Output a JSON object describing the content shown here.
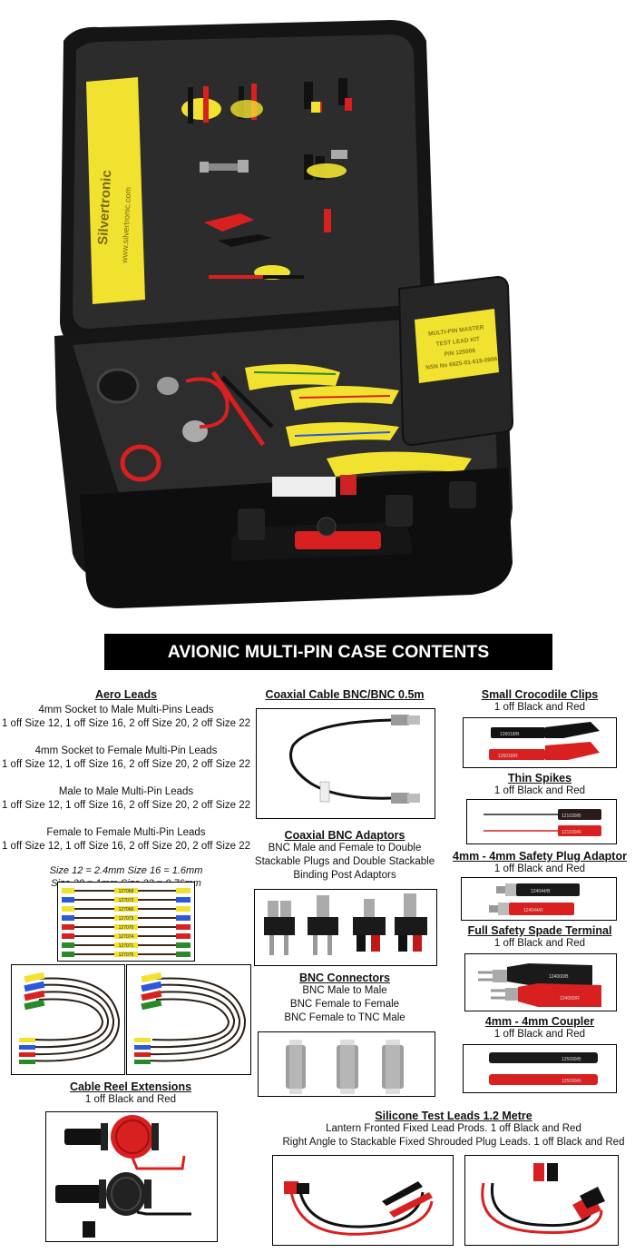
{
  "title": "AVIONIC MULTI-PIN CASE CONTENTS",
  "case": {
    "logo_brand": "Silvertronic",
    "logo_url": "www.silvertronic.com",
    "lid_label": [
      "MULTI-PIN MASTER",
      "TEST LEAD KIT",
      "P/N 125008",
      "NSN No 6625-01-618-0996"
    ]
  },
  "aero": {
    "heading": "Aero Leads",
    "groups": [
      {
        "name": "4mm Socket to Male Multi-Pins Leads",
        "detail": "1 off Size 12, 1 off Size 16, 2 off Size 20, 2 off Size 22"
      },
      {
        "name": "4mm Socket to Female Multi-Pin Leads",
        "detail": "1 off Size 12, 1 off Size 16, 2 off Size 20, 2 off Size 22"
      },
      {
        "name": "Male to Male Multi-Pin Leads",
        "detail": "1 off Size 12, 1 off Size 16, 2 off Size 20, 2 off Size 22"
      },
      {
        "name": "Female to Female Multi-Pin Leads",
        "detail": "1 off Size 12, 1 off Size 16, 2 off Size 20, 2 off Size 22"
      }
    ],
    "sizes1": "Size 12 = 2.4mm   Size 16 = 1.6mm",
    "sizes2": "Size 20 = 1mm   Size 22 = 0.76mm",
    "lead_tags": [
      "127068",
      "127072",
      "127066",
      "127073",
      "127070",
      "127074",
      "127071",
      "127075"
    ]
  },
  "coax_cable": {
    "heading": "Coaxial Cable BNC/BNC 0.5m"
  },
  "coax_adaptors": {
    "heading": "Coaxial BNC Adaptors",
    "lines": [
      "BNC Male and Female to Double",
      "Stackable Plugs and Double Stackable",
      "Binding Post Adaptors"
    ]
  },
  "bnc": {
    "heading": "BNC Connectors",
    "lines": [
      "BNC Male to Male",
      "BNC Female to Female",
      "BNC Female to TNC Male"
    ]
  },
  "reel": {
    "heading": "Cable Reel Extensions",
    "detail": "1 off Black and Red"
  },
  "silicone": {
    "heading": "Silicone Test Leads 1.2 Metre",
    "line1": "Lantern Fronted Fixed Lead Prods.  1 off Black and Red",
    "line2": "Right Angle to Stackable Fixed Shrouded Plug Leads.  1 off Black and Red"
  },
  "right": [
    {
      "heading": "Small Crocodile Clips",
      "detail": "1 off Black and Red",
      "tags": [
        "126018/B",
        "126018/R"
      ]
    },
    {
      "heading": "Thin Spikes",
      "detail": "1 off Black and Red",
      "tags": [
        "121039/B",
        "121039/R"
      ]
    },
    {
      "heading": "4mm - 4mm Safety Plug Adaptor",
      "detail": "1 off Black and Red",
      "tags": [
        "124044/B",
        "124044/R"
      ]
    },
    {
      "heading": "Full Safety Spade Terminal",
      "detail": "1 off Black and Red",
      "tags": [
        "124000/B",
        "124000/R"
      ]
    },
    {
      "heading": "4mm - 4mm Coupler",
      "detail": "1 off Black and Red",
      "tags": [
        "125099/B",
        "125099/R"
      ]
    }
  ],
  "colors": {
    "banner": "#000000",
    "case": "#1a1a1a",
    "foam": "#2b2b2b",
    "yellow": "#f2e230",
    "red": "#d92020"
  }
}
